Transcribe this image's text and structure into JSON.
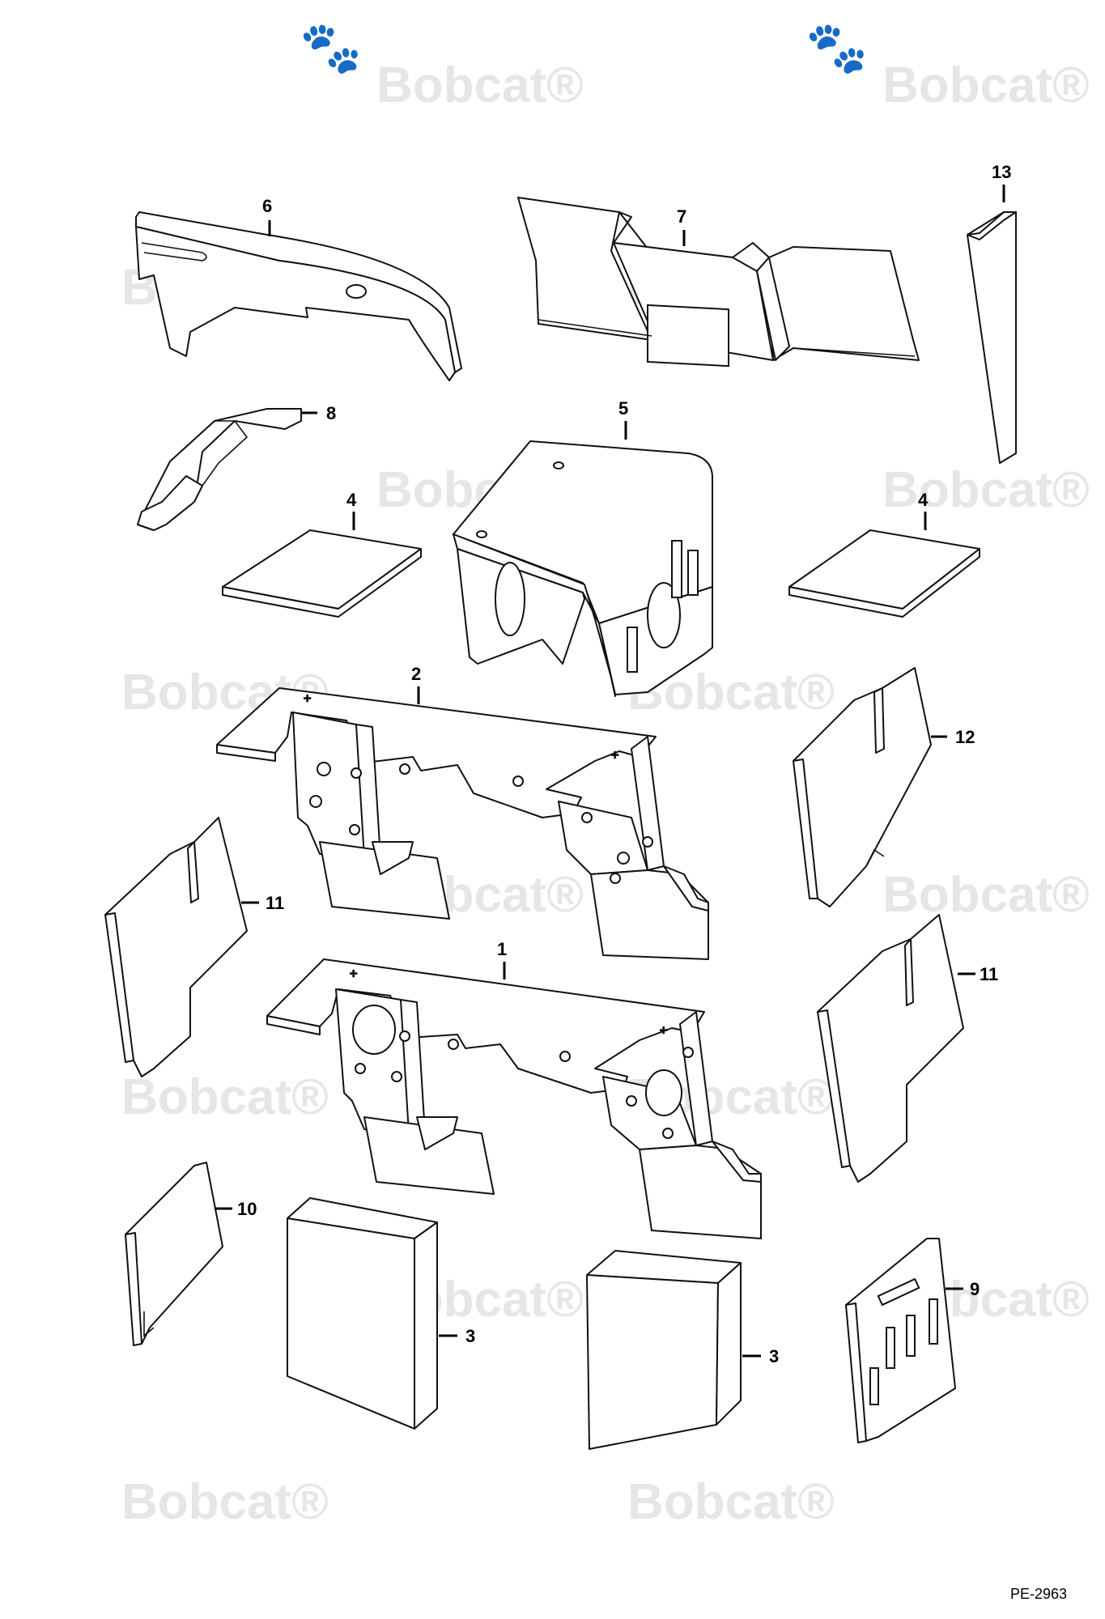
{
  "watermark": {
    "text": "Bobcat",
    "mark": "®",
    "color": "#e6e6e6"
  },
  "callouts": {
    "c1": "1",
    "c2": "2",
    "c3a": "3",
    "c3b": "3",
    "c4a": "4",
    "c4b": "4",
    "c5": "5",
    "c6": "6",
    "c7": "7",
    "c8": "8",
    "c9": "9",
    "c10": "10",
    "c11a": "11",
    "c11b": "11",
    "c12": "12",
    "c13": "13"
  },
  "drawing_code": "PE-2963"
}
